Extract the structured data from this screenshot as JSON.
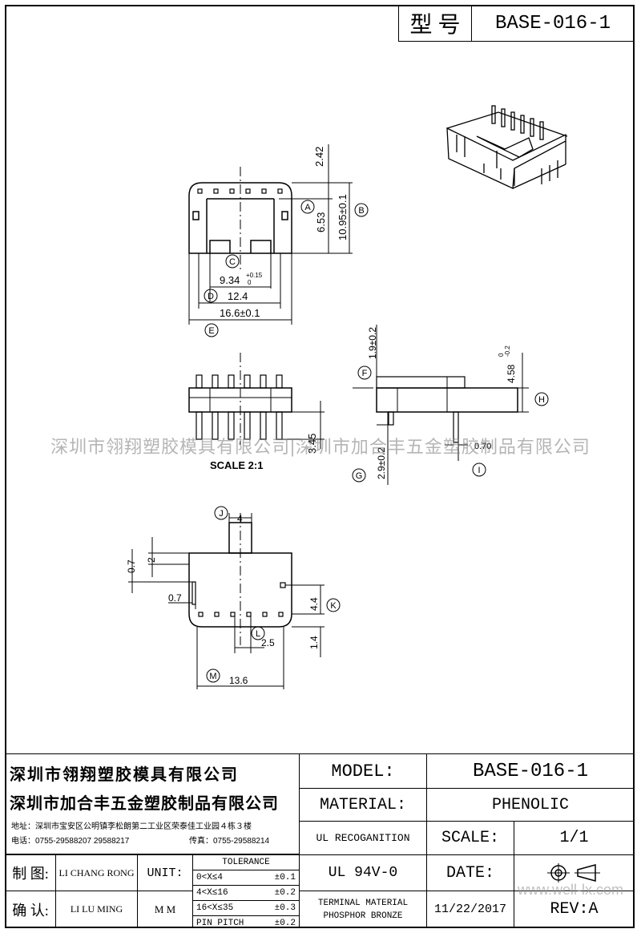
{
  "header": {
    "label": "型 号",
    "model": "BASE-016-1"
  },
  "drawing": {
    "top_view": {
      "dims": [
        "2.42",
        "6.53",
        "10.95±0.1",
        "9.34",
        "+0.15",
        "0",
        "12.4",
        "16.6±0.1"
      ],
      "callouts": [
        "A",
        "B",
        "C",
        "D",
        "E"
      ]
    },
    "front_view": {
      "dims": [
        "3.45"
      ],
      "scale": "SCALE  2:1"
    },
    "side_view": {
      "dims": [
        "1.9±0.2",
        "4.58",
        "0",
        "-0.2",
        "2.9±0.2",
        "0.70"
      ],
      "callouts": [
        "F",
        "G",
        "H",
        "I"
      ]
    },
    "bottom_view": {
      "dims": [
        "4",
        "2",
        "0.7",
        "0.7",
        "4.4",
        "2.5",
        "1.4",
        "13.6"
      ],
      "callouts": [
        "J",
        "K",
        "L",
        "M"
      ]
    }
  },
  "watermark": "深圳市翎翔塑胶模具有限公司|深圳市加合丰五金塑胶制品有限公司",
  "site_watermark": "www.well-lx.com",
  "title_block": {
    "company1": "深圳市翎翔塑胶模具有限公司",
    "company2": "深圳市加合丰五金塑胶制品有限公司",
    "address": "地址：深圳市宝安区公明镇李松朗第二工业区荣泰佳工业园４栋３楼",
    "phone": "电话：0755-29588207  29588217",
    "fax": "传真：0755-29588214",
    "drawn_label": "制 图:",
    "drawn_name": "LI CHANG RONG",
    "unit_label": "UNIT:",
    "unit_value": "M M",
    "check_label": "确 认:",
    "check_name": "LI LU MING",
    "tolerance_title": "TOLERANCE",
    "tolerance_rows": [
      {
        "range": "0<X≤4",
        "value": "±0.1"
      },
      {
        "range": "4<X≤16",
        "value": "±0.2"
      },
      {
        "range": "16<X≤35",
        "value": "±0.3"
      },
      {
        "range": "PIN PITCH",
        "value": "±0.2"
      }
    ],
    "model_label": "MODEL:",
    "model_value": "BASE-016-1",
    "material_label": "MATERIAL:",
    "material_value": "PHENOLIC",
    "ul_label": "UL RECOGANITION",
    "ul_value": "UL 94V-0",
    "scale_label": "SCALE:",
    "scale_value": "1/1",
    "date_label": "DATE:",
    "date_value": "11/22/2017",
    "terminal_line1": "TERMINAL MATERIAL",
    "terminal_line2": "PHOSPHOR  BRONZE",
    "rev_label": "REV:A"
  }
}
